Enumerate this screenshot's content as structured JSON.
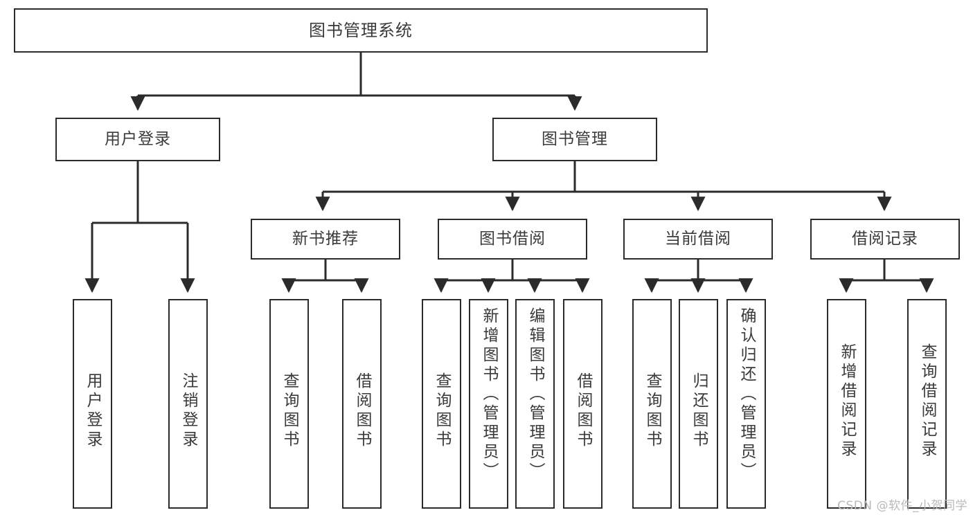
{
  "diagram": {
    "title": "图书管理系统",
    "watermark": "CSDN @软件_小贺同学",
    "colors": {
      "box_border": "#2b2b2b",
      "box_fill": "#ffffff",
      "connector": "#2b2b2b",
      "text": "#3a3a3a",
      "watermark": "#b9b9b9",
      "background": "#ffffff"
    },
    "root": {
      "label": "图书管理系统"
    },
    "level2": [
      {
        "label": "用户登录"
      },
      {
        "label": "图书管理"
      }
    ],
    "level3": [
      {
        "label": "新书推荐"
      },
      {
        "label": "图书借阅"
      },
      {
        "label": "当前借阅"
      },
      {
        "label": "借阅记录"
      }
    ],
    "leaves": {
      "user_login": [
        {
          "label": "用户登录"
        },
        {
          "label": "注销登录"
        }
      ],
      "new_book": [
        {
          "label": "查询图书"
        },
        {
          "label": "借阅图书"
        }
      ],
      "book_borrow": [
        {
          "label": "查询图书"
        },
        {
          "label": "新增图书（管理员）"
        },
        {
          "label": "编辑图书（管理员）"
        },
        {
          "label": "借阅图书"
        }
      ],
      "current_borrow": [
        {
          "label": "查询图书"
        },
        {
          "label": "归还图书"
        },
        {
          "label": "确认归还（管理员）"
        }
      ],
      "borrow_record": [
        {
          "label": "新增借阅记录"
        },
        {
          "label": "查询借阅记录"
        }
      ]
    }
  }
}
